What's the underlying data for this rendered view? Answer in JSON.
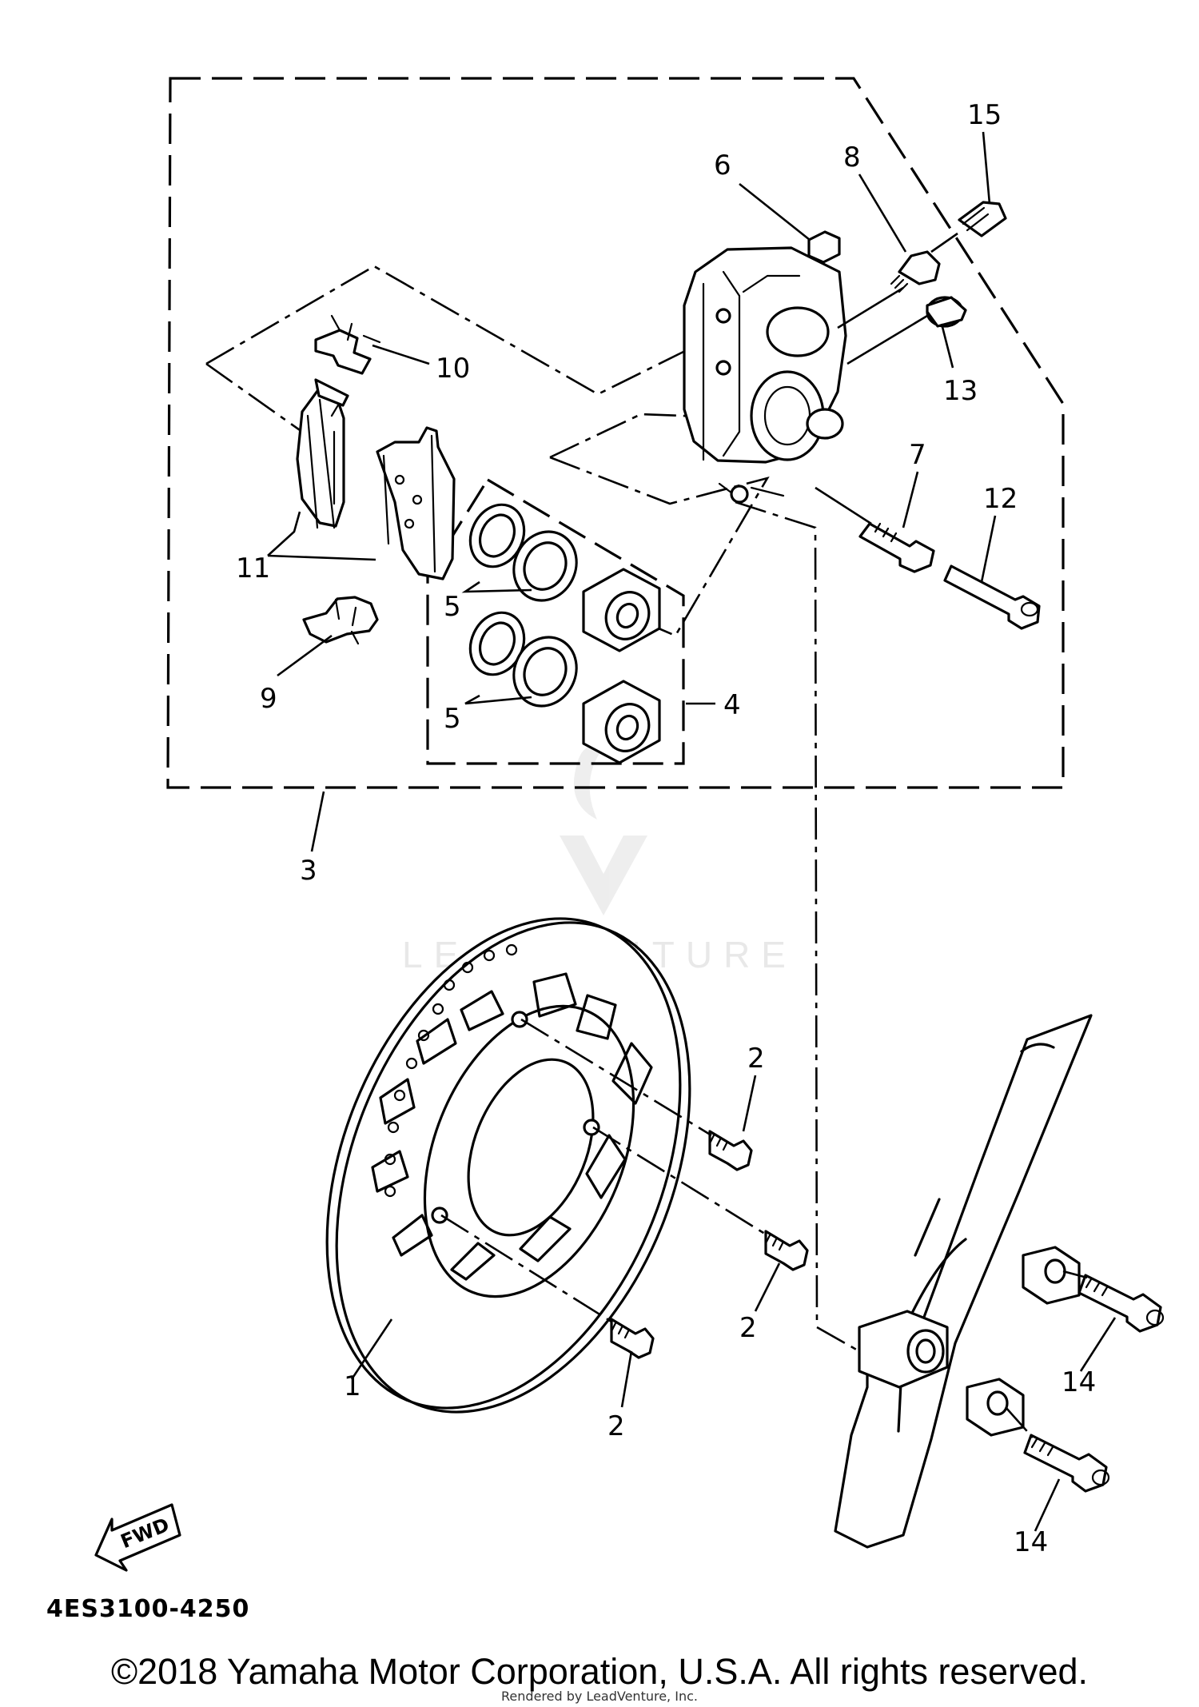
{
  "diagram": {
    "callouts": {
      "c1": "1",
      "c2a": "2",
      "c2b": "2",
      "c2c": "2",
      "c3": "3",
      "c4": "4",
      "c5a": "5",
      "c5b": "5",
      "c6": "6",
      "c7": "7",
      "c8": "8",
      "c9": "9",
      "c10": "10",
      "c11": "11",
      "c12": "12",
      "c13": "13",
      "c14a": "14",
      "c14b": "14",
      "c15": "15"
    },
    "fwd_label": "FWD",
    "diagram_code": "4ES3100-4250",
    "watermark": "LEADVENTURE"
  },
  "footer": {
    "copyright": "©2018 Yamaha Motor Corporation, U.S.A. All rights reserved.",
    "rendered_by": "Rendered by LeadVenture, Inc."
  }
}
